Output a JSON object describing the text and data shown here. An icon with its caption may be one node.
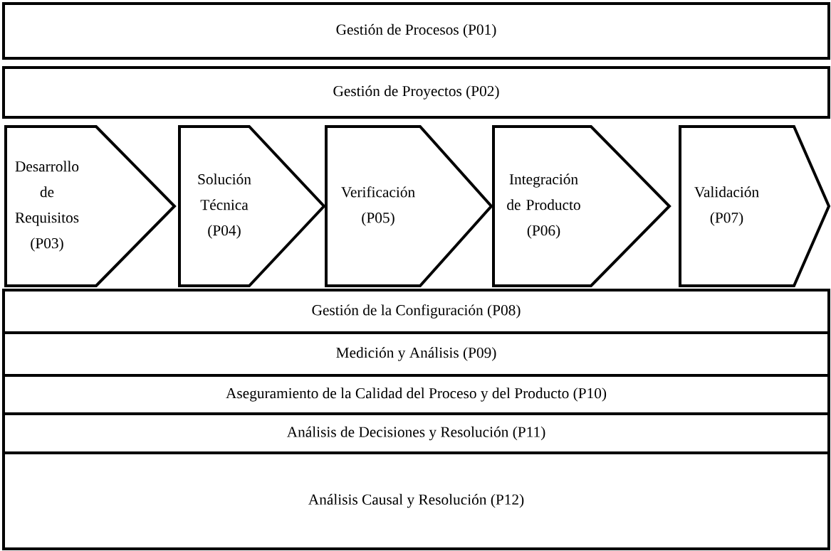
{
  "diagram": {
    "nodes": [
      {
        "text": [
          "Gestión de Procesos (P01)"
        ]
      },
      {
        "text": [
          "Gestión de Proyectos (P02)"
        ]
      },
      {
        "text": [
          "Desarrollo de Requisitos (P03)"
        ]
      },
      {
        "text": [
          "Solución Técnica (P04)"
        ]
      },
      {
        "text": [
          "Verificación (P05)"
        ]
      },
      {
        "text": [
          "Integración de Producto (P06)"
        ]
      },
      {
        "text": [
          "Validación (P07)"
        ]
      },
      {
        "text": [
          "Gestión de la Configuración (P08)"
        ]
      },
      {
        "text": [
          "Medición y Análisis (P09)"
        ]
      },
      {
        "text": [
          "Aseguramiento de la Calidad del Proceso y del Producto (P10)"
        ]
      },
      {
        "text": [
          "Análisis de Decisiones y Resolución (P11)"
        ]
      },
      {
        "text": [
          "Análisis Causal y Resolución (P12)"
        ]
      }
    ]
  }
}
